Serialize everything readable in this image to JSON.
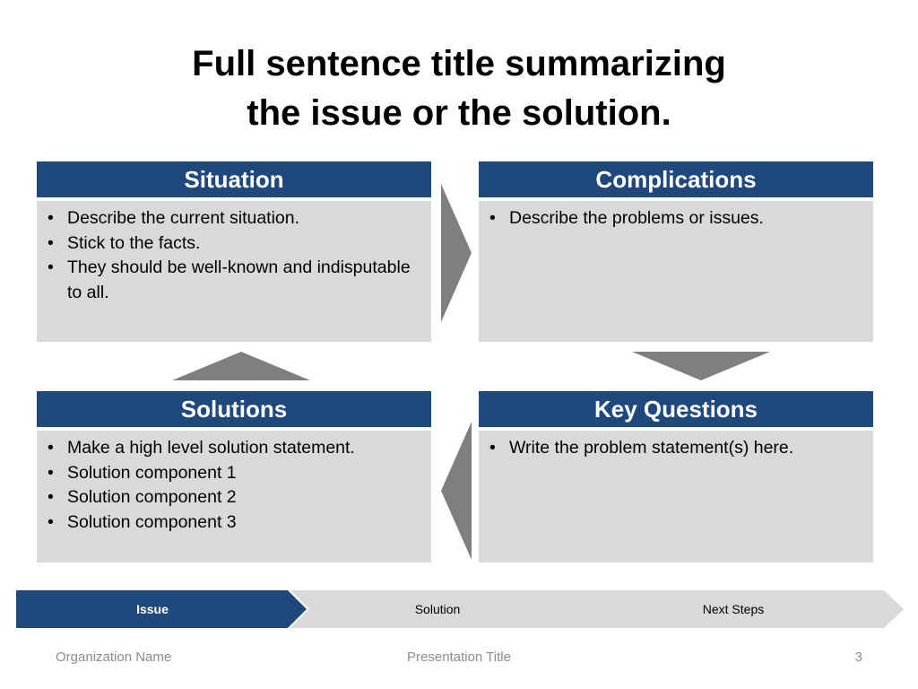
{
  "title": {
    "line1": "Full sentence title summarizing",
    "line2": "the issue or the solution."
  },
  "colors": {
    "header_bg": "#1f487c",
    "body_bg": "#d9d9d9",
    "arrow": "#7f7f7f",
    "step_inactive": "#d9d9d9",
    "footer_text": "#8c8c8c"
  },
  "panels": {
    "situation": {
      "heading": "Situation",
      "bullets": [
        "Describe the current situation.",
        "Stick to the facts.",
        "They should be well-known and indisputable to all."
      ]
    },
    "complications": {
      "heading": "Complications",
      "bullets": [
        "Describe the problems or issues."
      ]
    },
    "solutions": {
      "heading": "Solutions",
      "bullets": [
        "Make a high level solution statement.",
        "Solution component 1",
        "Solution component 2",
        "Solution component 3"
      ]
    },
    "key_questions": {
      "heading": "Key Questions",
      "bullets": [
        "Write the problem statement(s) here."
      ]
    }
  },
  "arrows": {
    "situation_to_complications": "arrow-right-icon",
    "complications_to_key_questions": "arrow-down-icon",
    "key_questions_to_solutions": "arrow-left-icon",
    "solutions_to_situation": "arrow-up-icon"
  },
  "progress": {
    "steps": [
      "Issue",
      "Solution",
      "Next Steps"
    ],
    "active_step": "Issue"
  },
  "footer": {
    "organization": "Organization Name",
    "presentation_title": "Presentation Title",
    "page_number": "3"
  }
}
